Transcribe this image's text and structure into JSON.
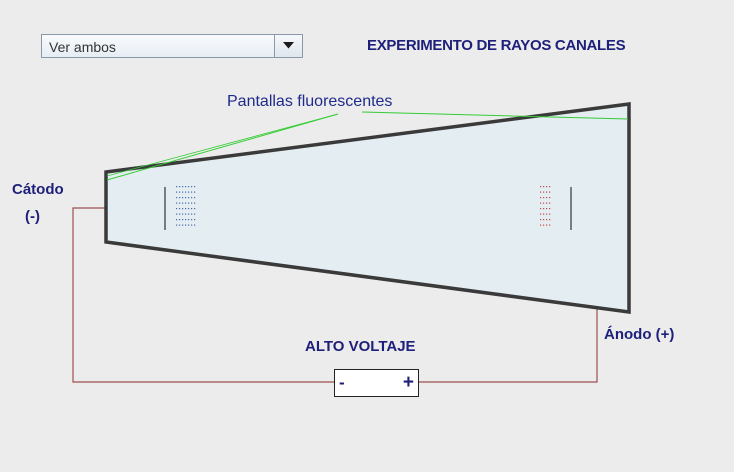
{
  "selector": {
    "value": "Ver ambos"
  },
  "title": "EXPERIMENTO DE RAYOS CANALES",
  "labels": {
    "screens": "Pantallas fluorescentes",
    "cathode": "Cátodo",
    "cathode_sign": "(-)",
    "anode": "Ánodo (+)",
    "voltage": "ALTO VOLTAJE",
    "voltage_minus": "-",
    "voltage_plus": "+"
  },
  "colors": {
    "title": "#1d1f7a",
    "tube_outline": "#3a3a3a",
    "tube_fill": "#e4edf1",
    "wire": "#9c4f4f",
    "pointer_lines": "#33cc33",
    "cathode_dots": "#4a6ab0",
    "anode_dots": "#c04a4a"
  }
}
